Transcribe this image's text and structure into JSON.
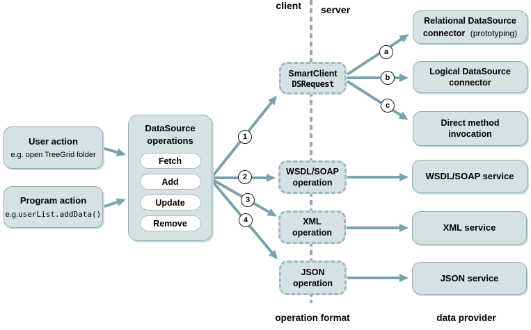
{
  "colors": {
    "box_fill": "#d5e1e2",
    "box_border": "#8fafb9",
    "dashed_border": "#9bb9c2",
    "arrow": "#7aa2ae",
    "divider": "#8cabb6",
    "text": "#000000"
  },
  "header": {
    "client_label": "client",
    "server_label": "server"
  },
  "sources": {
    "user_action": {
      "title": "User action",
      "example": "e.g. open TreeGrid folder"
    },
    "program_action": {
      "title": "Program action",
      "example_prefix": "e.g.",
      "example_code": "userList.addData()"
    }
  },
  "datasource_operations": {
    "title": "DataSource operations",
    "operations": [
      "Fetch",
      "Add",
      "Update",
      "Remove"
    ]
  },
  "operation_boxes": {
    "smartclient": {
      "title": "SmartClient",
      "subtitle": "DSRequest"
    },
    "wsdl": {
      "title": "WSDL/SOAP",
      "subtitle": "operation"
    },
    "xml": {
      "title": "XML",
      "subtitle": "operation"
    },
    "json": {
      "title": "JSON",
      "subtitle": "operation"
    }
  },
  "providers": {
    "relational": {
      "line1": "Relational DataSource",
      "line2": "connector",
      "line2_note": "(prototyping)"
    },
    "logical": {
      "line1": "Logical DataSource",
      "line2": "connector"
    },
    "direct": {
      "line1": "Direct method",
      "line2": "invocation"
    },
    "wsdl_service": {
      "title": "WSDL/SOAP service"
    },
    "xml_service": {
      "title": "XML service"
    },
    "json_service": {
      "title": "JSON service"
    }
  },
  "markers": {
    "step_1": "1",
    "step_2": "2",
    "step_3": "3",
    "step_4": "4",
    "connector_a": "a",
    "connector_b": "b",
    "connector_c": "c"
  },
  "footer": {
    "operation_format": "operation format",
    "data_provider": "data provider"
  }
}
